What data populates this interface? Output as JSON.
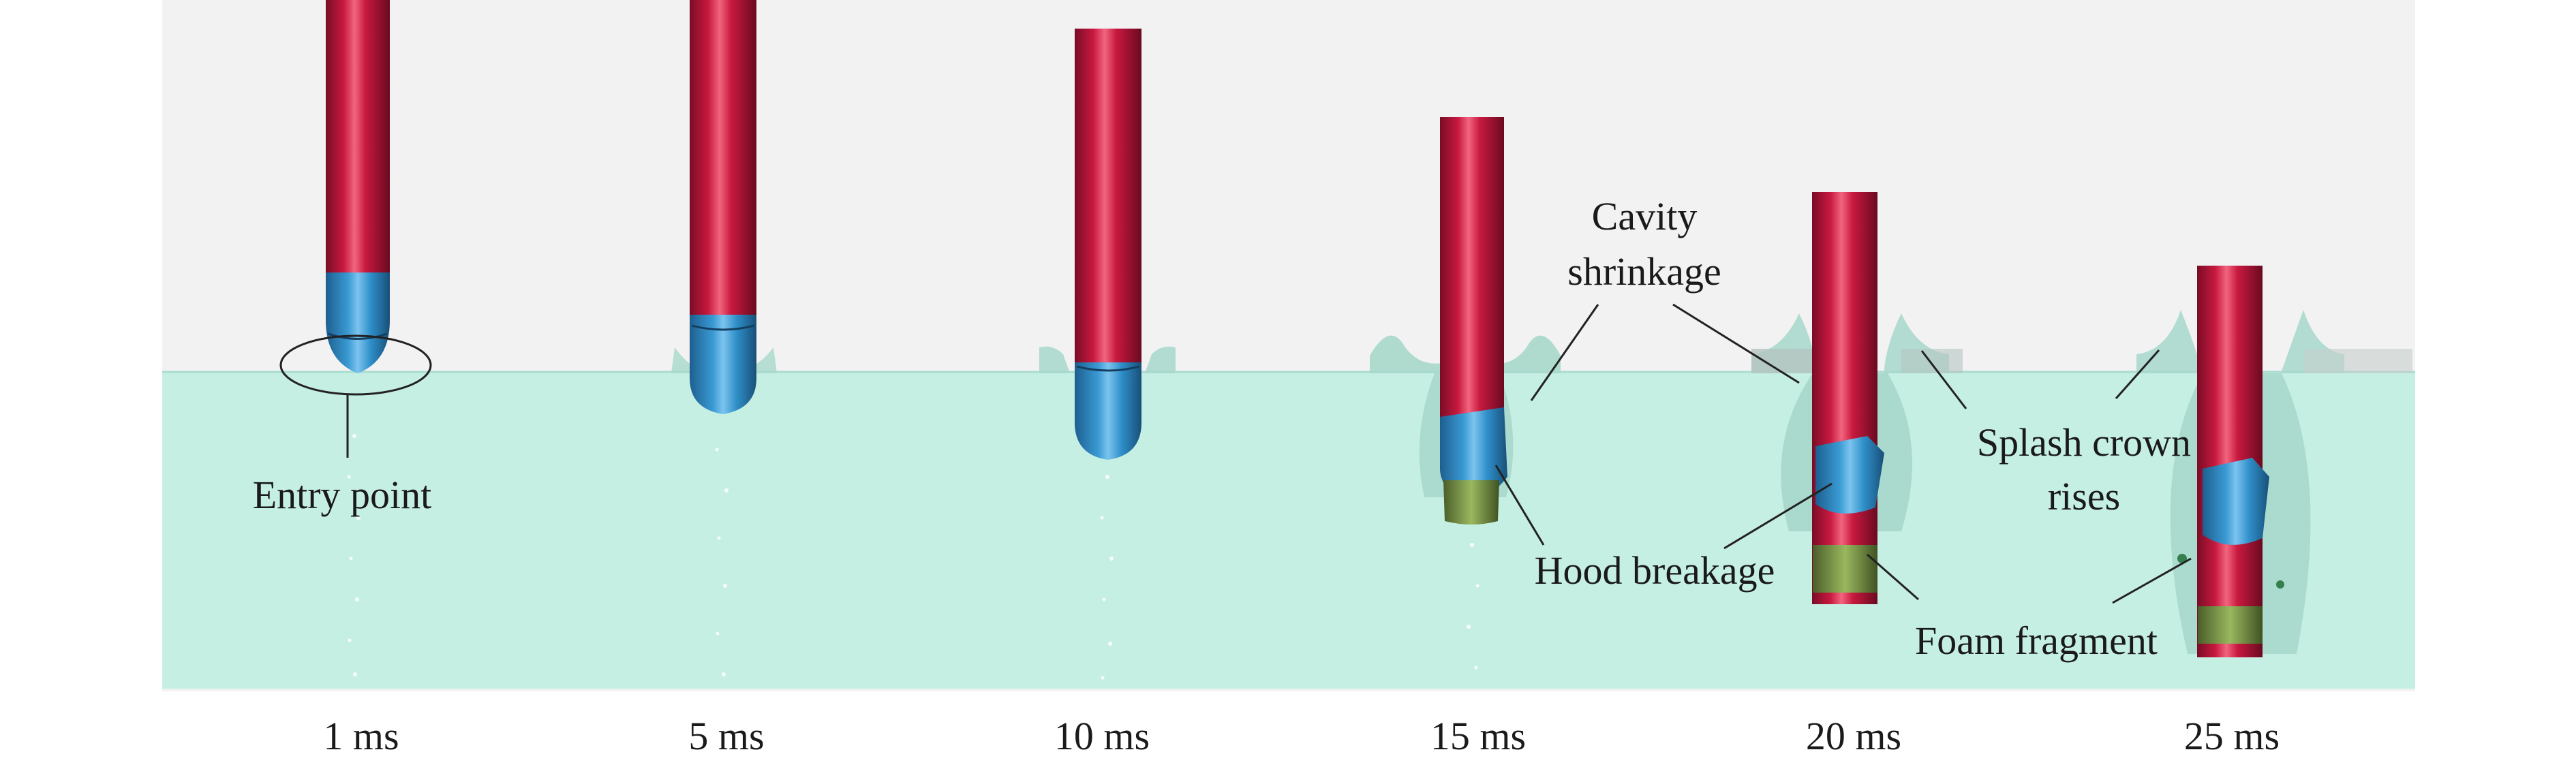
{
  "colors": {
    "background": "#f2f2f2",
    "water": "#c6efe4",
    "water_edge": "#a9dccf",
    "rod_red": "#c8193f",
    "rod_dark": "#7a0c26",
    "hood_blue": "#2f8fc9",
    "foam_green": "#7a9a4a",
    "leader_line": "#222222"
  },
  "frames": [
    {
      "time_label": "1 ms"
    },
    {
      "time_label": "5 ms"
    },
    {
      "time_label": "10 ms"
    },
    {
      "time_label": "15 ms"
    },
    {
      "time_label": "20 ms"
    },
    {
      "time_label": "25 ms"
    }
  ],
  "annotations": {
    "entry_point": "Entry point",
    "cavity_shrinkage_line1": "Cavity",
    "cavity_shrinkage_line2": "shrinkage",
    "splash_crown_line1": "Splash crown",
    "splash_crown_line2": "rises",
    "hood_breakage": "Hood breakage",
    "foam_fragment": "Foam fragment"
  }
}
